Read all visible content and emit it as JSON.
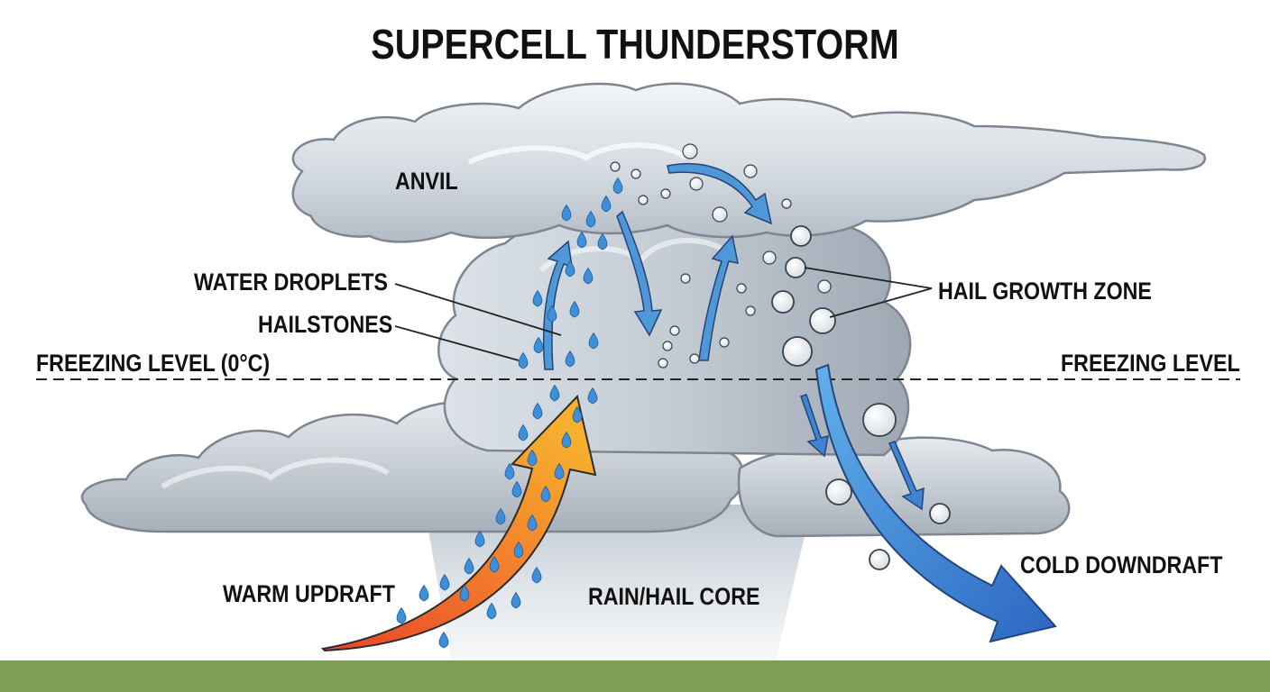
{
  "diagram": {
    "title": "SUPERCELL THUNDERSTORM",
    "labels": {
      "anvil": "ANVIL",
      "water_droplets": "WATER DROPLETS",
      "hailstones": "HAILSTONES",
      "freezing_level_left": "FREEZING LEVEL (0°C)",
      "freezing_level_right": "FREEZING LEVEL",
      "hail_growth_zone": "HAIL GROWTH ZONE",
      "cold_downdraft": "COLD DOWNDRAFT",
      "warm_updraft": "WARM UPDRAFT",
      "rain_hail_core": "RAIN/HAIL CORE"
    },
    "colors": {
      "cloud_light": "#e9edf1",
      "cloud_dark": "#a9b2bc",
      "cloud_outline": "#7d8690",
      "warm_arrow_start": "#e8442a",
      "warm_arrow_end": "#f7b02d",
      "cold_arrow": "#2f7bd2",
      "circulation_arrow": "#4f97d6",
      "droplet": "#3f8fd8",
      "ground": "#7d9f55"
    }
  }
}
